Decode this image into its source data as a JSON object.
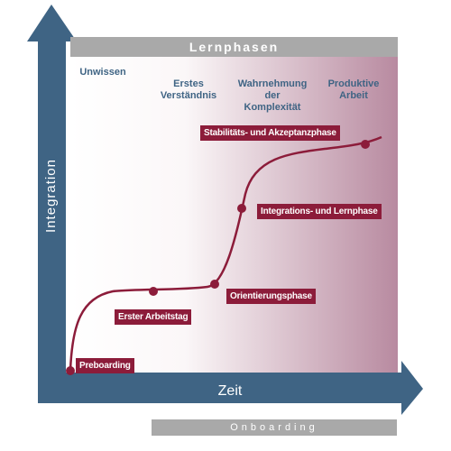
{
  "header": {
    "title": "Lernphasen"
  },
  "phases": [
    {
      "label": "Unwissen"
    },
    {
      "label": "Erstes\nVerständnis"
    },
    {
      "label": "Wahrnehmung\nder\nKomplexität"
    },
    {
      "label": "Produktive\nArbeit"
    }
  ],
  "axes": {
    "y_label": "Integration",
    "x_label": "Zeit"
  },
  "footer": {
    "title": "Onboarding"
  },
  "milestones": [
    {
      "label": "Preboarding"
    },
    {
      "label": "Erster Arbeitstag"
    },
    {
      "label": "Orientierungsphase"
    },
    {
      "label": "Integrations- und Lernphase"
    },
    {
      "label": "Stabilitäts- und Akzeptanzphase"
    }
  ],
  "colors": {
    "axis": "#3f6484",
    "curve": "#8c1c3a",
    "label_bg": "#8c1c3a",
    "header_bg": "#a9a9a9",
    "gradient_end": "#b88aa0"
  }
}
